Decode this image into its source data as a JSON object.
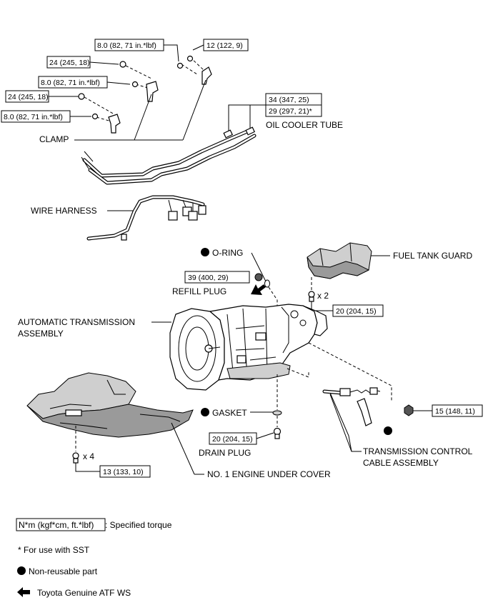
{
  "torque": {
    "t_pipe_top_left": "8.0 (82, 71 in.*lbf)",
    "t_pipe_top_right": "12 (122, 9)",
    "t_bolt_24_a": "24 (245, 18)",
    "t_clamp_8_a": "8.0 (82, 71 in.*lbf)",
    "t_bolt_24_b": "24 (245, 18)",
    "t_clamp_8_b": "8.0 (82, 71 in.*lbf)",
    "t_cooler_1": "34 (347, 25)",
    "t_cooler_2": "29 (297, 21)*",
    "t_refill": "39 (400, 29)",
    "t_guard": "20 (204, 15)",
    "t_drain": "20 (204, 15)",
    "t_cable": "15 (148, 11)",
    "t_cover": "13 (133, 10)"
  },
  "labels": {
    "clamp": "CLAMP",
    "oil_cooler_tube": "OIL COOLER TUBE",
    "wire_harness": "WIRE HARNESS",
    "o_ring": "O-RING",
    "fuel_tank_guard": "FUEL TANK GUARD",
    "refill_plug": "REFILL PLUG",
    "x2": "x 2",
    "at_assembly_1": "AUTOMATIC TRANSMISSION",
    "at_assembly_2": "ASSEMBLY",
    "gasket": "GASKET",
    "drain_plug": "DRAIN PLUG",
    "tcc_1": "TRANSMISSION CONTROL",
    "tcc_2": "CABLE ASSEMBLY",
    "x4": "x 4",
    "under_cover": "NO. 1 ENGINE UNDER COVER"
  },
  "legend": {
    "unit_box": "N*m (kgf*cm, ft.*lbf)",
    "unit_desc": ": Specified torque",
    "sst_note": "* For use with SST",
    "non_reusable": "Non-reusable part",
    "atf": "Toyota Genuine ATF WS"
  },
  "colors": {
    "ink": "#000000",
    "paper": "#ffffff",
    "shade": "#cfcfcf"
  }
}
